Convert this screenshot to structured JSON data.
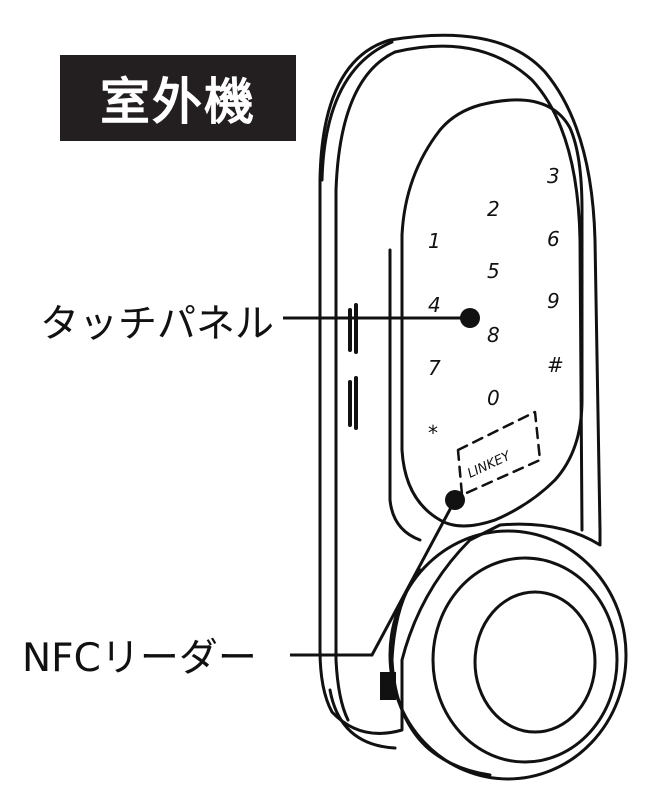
{
  "title": "室外機",
  "callouts": {
    "touch_panel": "タッチパネル",
    "nfc_reader": "NFCリーダー"
  },
  "keypad": {
    "keys": [
      "1",
      "2",
      "3",
      "4",
      "5",
      "6",
      "7",
      "8",
      "9",
      "*",
      "0",
      "#"
    ],
    "brand": "LINKEY"
  },
  "colors": {
    "line": "#111111",
    "title_bg": "#231f20",
    "title_text": "#ffffff"
  }
}
